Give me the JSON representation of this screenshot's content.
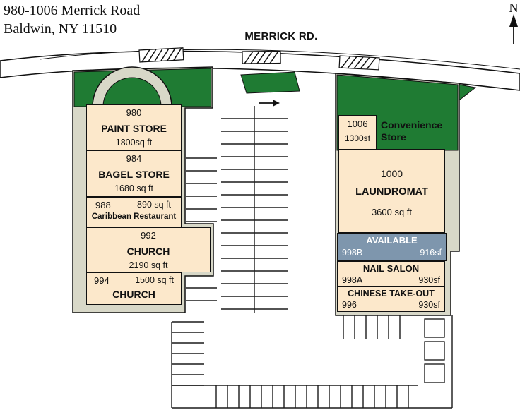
{
  "title": {
    "line1": "980-1006 Merrick Road",
    "line2": "Baldwin, NY 11510"
  },
  "compass": {
    "north": "N"
  },
  "road": {
    "name": "MERRICK RD."
  },
  "left_building": {
    "unit_980": {
      "number": "980",
      "name": "PAINT STORE",
      "size": "1800sq ft"
    },
    "unit_984": {
      "number": "984",
      "name": "BAGEL STORE",
      "size": "1680 sq ft"
    },
    "unit_988": {
      "number": "988",
      "size": "890 sq ft",
      "name": "Caribbean Restaurant"
    },
    "unit_992": {
      "number": "992",
      "name": "CHURCH",
      "size": "2190 sq ft"
    },
    "unit_994": {
      "number": "994",
      "size": "1500 sq ft",
      "name": "CHURCH"
    }
  },
  "right_building": {
    "unit_1006": {
      "number": "1006",
      "size": "1300sf",
      "name_line1": "Convenience",
      "name_line2": "Store"
    },
    "unit_1000": {
      "number": "1000",
      "name": "LAUNDROMAT",
      "size": "3600 sq ft"
    },
    "unit_998B": {
      "status": "AVAILABLE",
      "number": "998B",
      "size": "916sf"
    },
    "unit_998A": {
      "name": "NAIL SALON",
      "number": "998A",
      "size": "930sf"
    },
    "unit_996": {
      "name": "CHINESE TAKE-OUT",
      "number": "996",
      "size": "930sf"
    }
  },
  "colors": {
    "unit_fill": "#fce8cb",
    "available_fill": "#7e96ad",
    "green": "#1f7b33",
    "base": "#d8d8c8",
    "outline": "#111111"
  }
}
